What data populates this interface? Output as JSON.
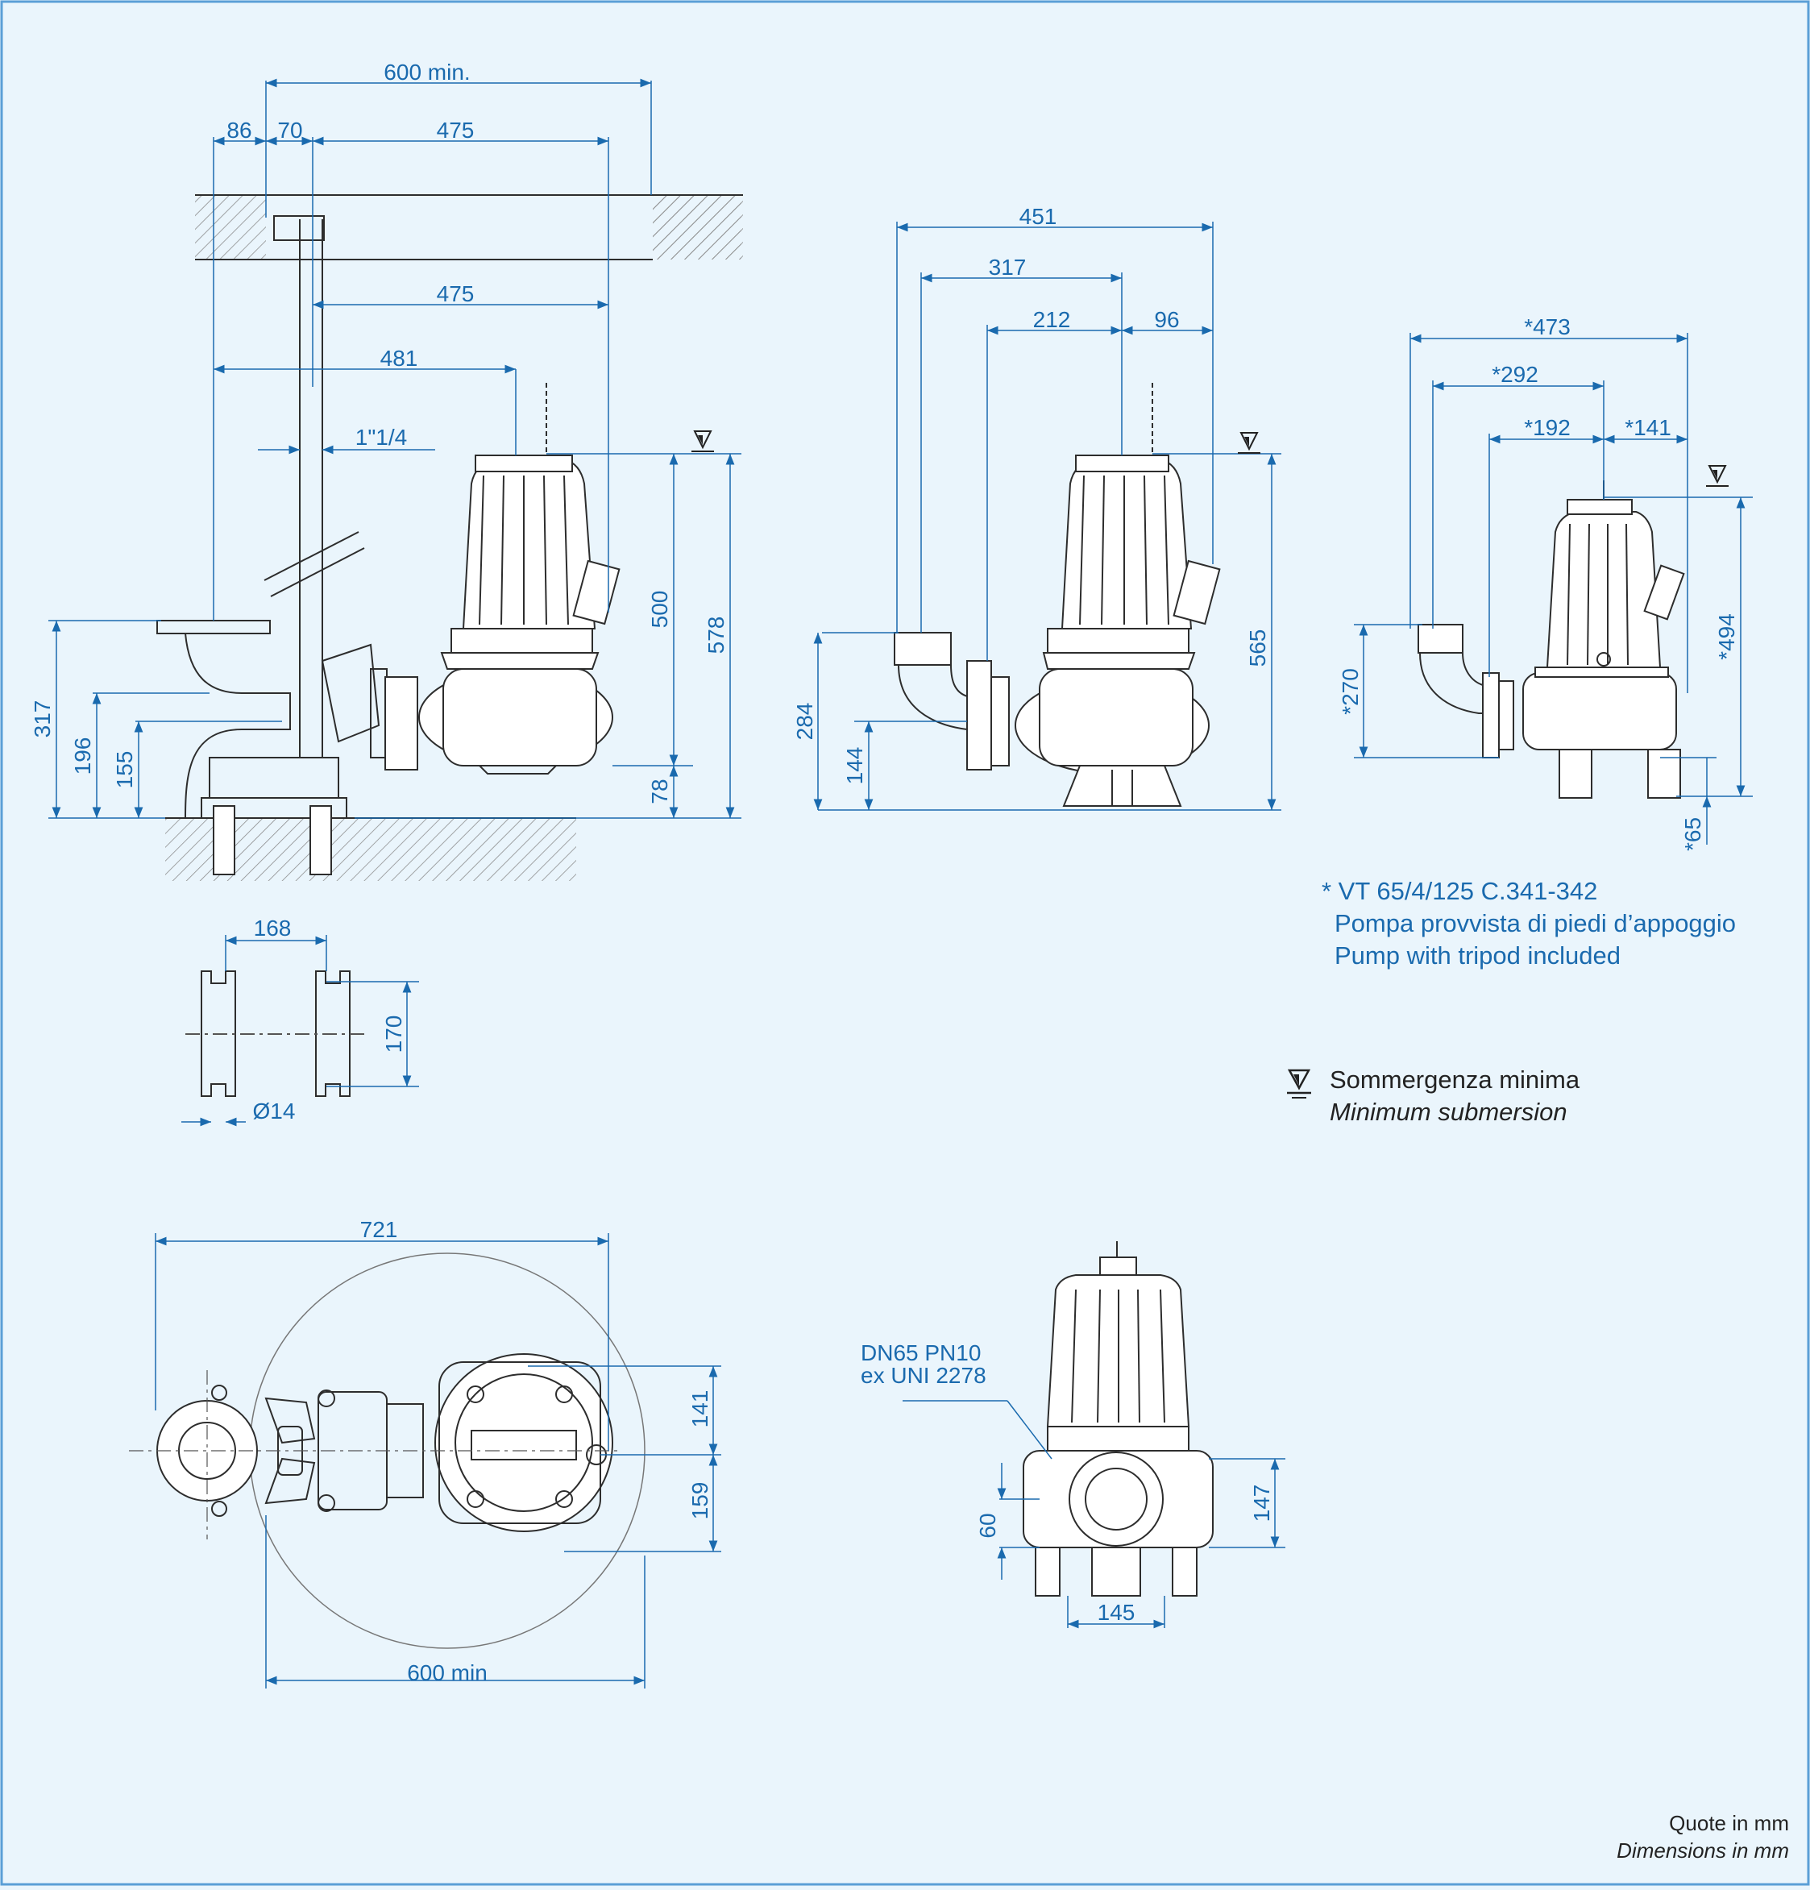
{
  "dims": {
    "v1_600min": "600 min.",
    "v1_86": "86",
    "v1_70": "70",
    "v1_475a": "475",
    "v1_475b": "475",
    "v1_481": "481",
    "v1_1_1_4": "1\"1/4",
    "v1_500": "500",
    "v1_578": "578",
    "v1_317": "317",
    "v1_196": "196",
    "v1_155": "155",
    "v1_78": "78",
    "v2_451": "451",
    "v2_317": "317",
    "v2_212": "212",
    "v2_96": "96",
    "v2_565": "565",
    "v2_284": "284",
    "v2_144": "144",
    "v3_473": "*473",
    "v3_292": "*292",
    "v3_192": "*192",
    "v3_141": "*141",
    "v3_494": "*494",
    "v3_270": "*270",
    "v3_65": "*65",
    "base_168": "168",
    "base_170": "170",
    "base_d14": "Ø14",
    "top_721": "721",
    "top_141": "141",
    "top_159": "159",
    "top_600min": "600 min",
    "front_60": "60",
    "front_147": "147",
    "front_145": "145",
    "flange_line1": "DN65 PN10",
    "flange_line2": "ex UNI 2278"
  },
  "note": {
    "line1": "* VT 65/4/125 C.341-342",
    "line2": "Pompa provvista di piedi d’appoggio",
    "line3": "Pump with tripod included"
  },
  "legend": {
    "line1": "Sommergenza minima",
    "line2": "Minimum submersion"
  },
  "units": {
    "line1": "Quote in mm",
    "line2": "Dimensions in mm"
  },
  "colors": {
    "dimension": "#1a6aae",
    "outline": "#2d2d2d",
    "background": "#eaf5fc",
    "frame": "#5b9fd6"
  }
}
